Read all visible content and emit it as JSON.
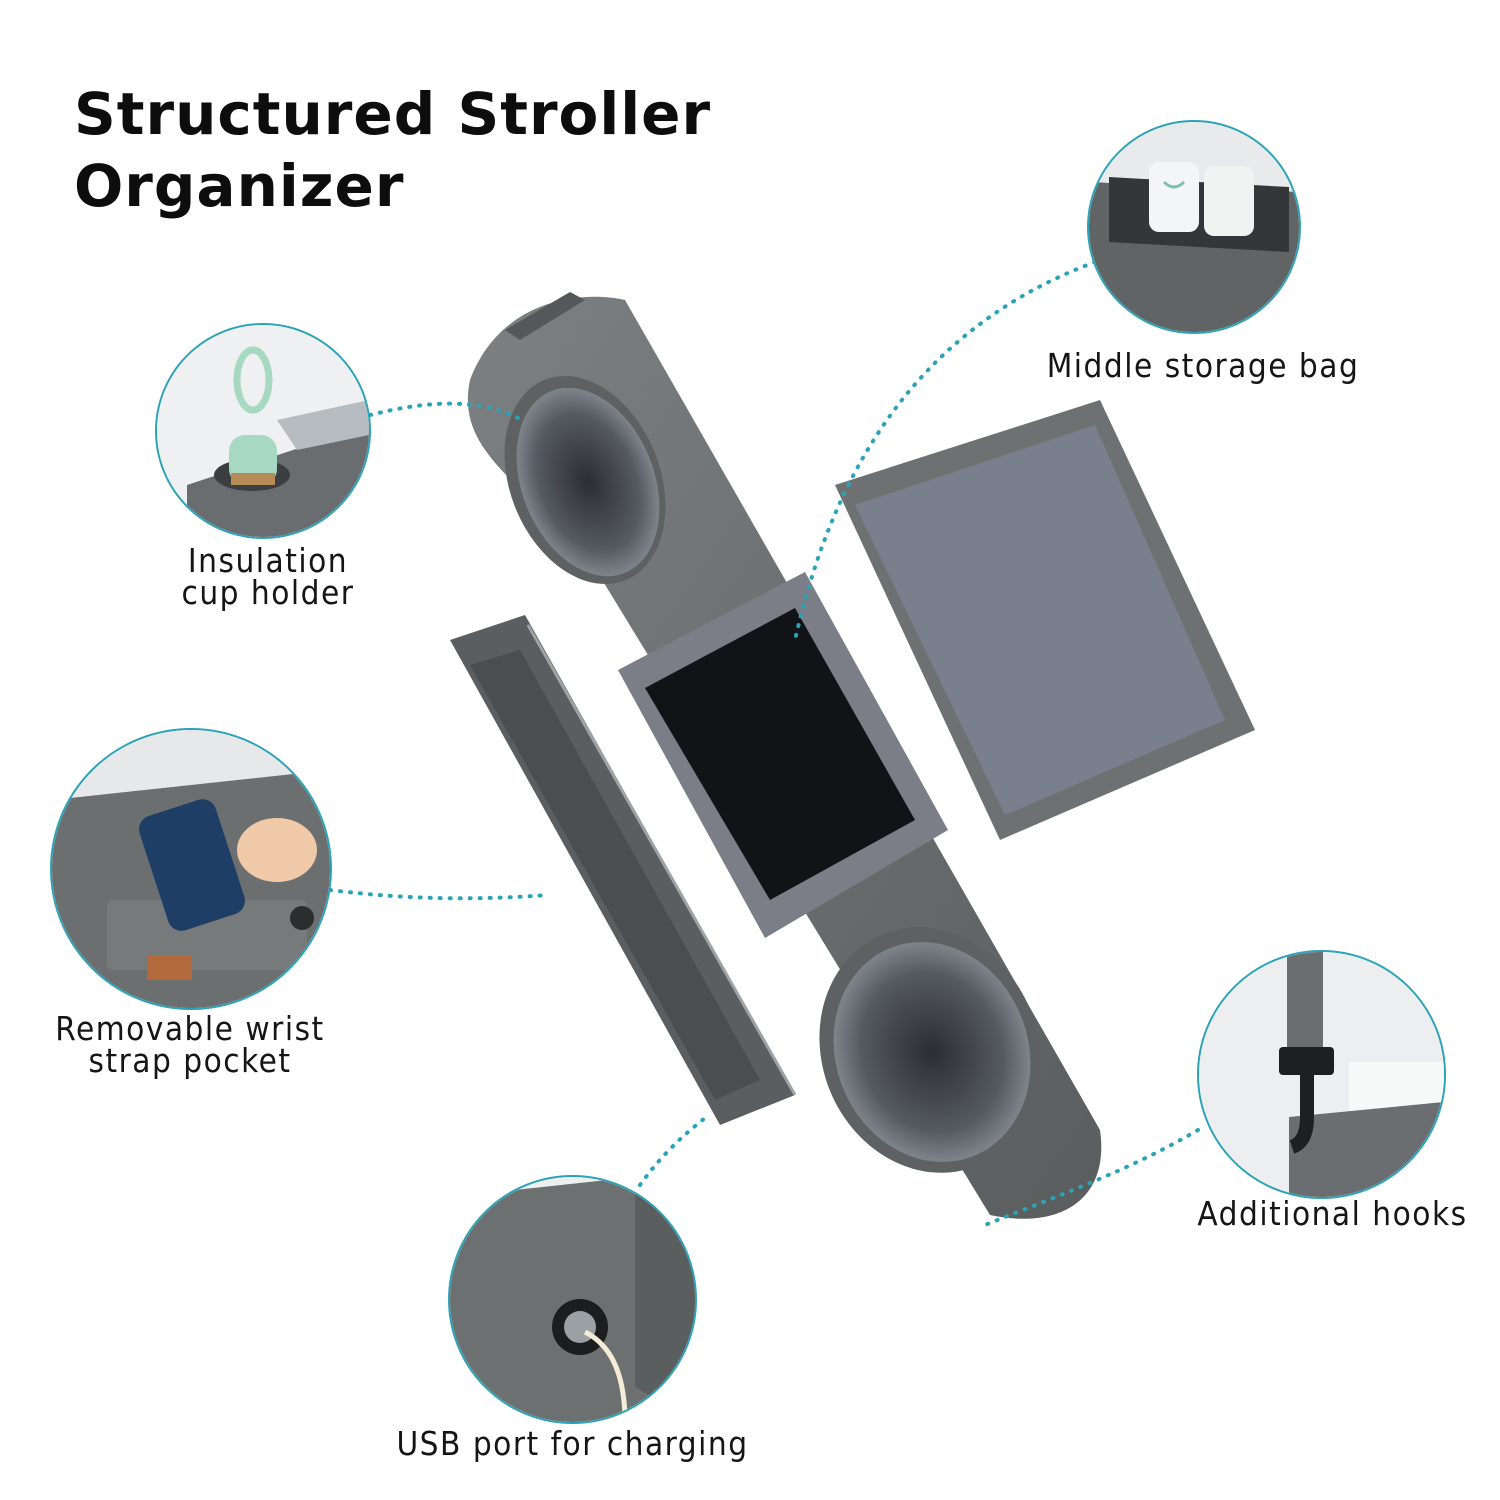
{
  "title": {
    "line1": "Structured Stroller",
    "line2": "Organizer"
  },
  "features": {
    "cup_holder": {
      "line1": "Insulation",
      "line2": "cup holder"
    },
    "middle_bag": {
      "line1": "Middle storage bag"
    },
    "wrist_pocket": {
      "line1": "Removable wrist",
      "line2": "strap pocket"
    },
    "hooks": {
      "line1": "Additional hooks"
    },
    "usb": {
      "line1": "USB port for charging"
    }
  },
  "colors": {
    "accent_dots": "#2aa3b6",
    "fabric": "#6c6f70",
    "lining": "#a7abb3"
  }
}
